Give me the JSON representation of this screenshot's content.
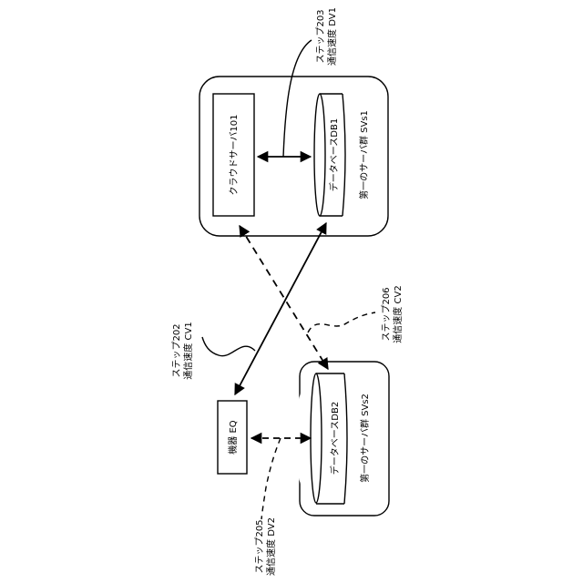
{
  "cloud_server": {
    "label": "クラウドサーバ101"
  },
  "database1": {
    "label": "データベースDB1"
  },
  "server_group1": {
    "label": "第一のサーバ群 SVs1"
  },
  "database2": {
    "label": "データベースDB2"
  },
  "server_group2": {
    "label": "第一のサーバ群 SVs2"
  },
  "device": {
    "label": "機器 EQ"
  },
  "step203": {
    "line1": "ステップ203",
    "line2": "通信速度 DV1"
  },
  "step206": {
    "line1": "ステップ206",
    "line2": "通信速度 CV2"
  },
  "step202": {
    "line1": "ステップ202",
    "line2": "通信速度 CV1"
  },
  "step205": {
    "line1": "ステップ205",
    "line2": "通信速度 DV2"
  }
}
